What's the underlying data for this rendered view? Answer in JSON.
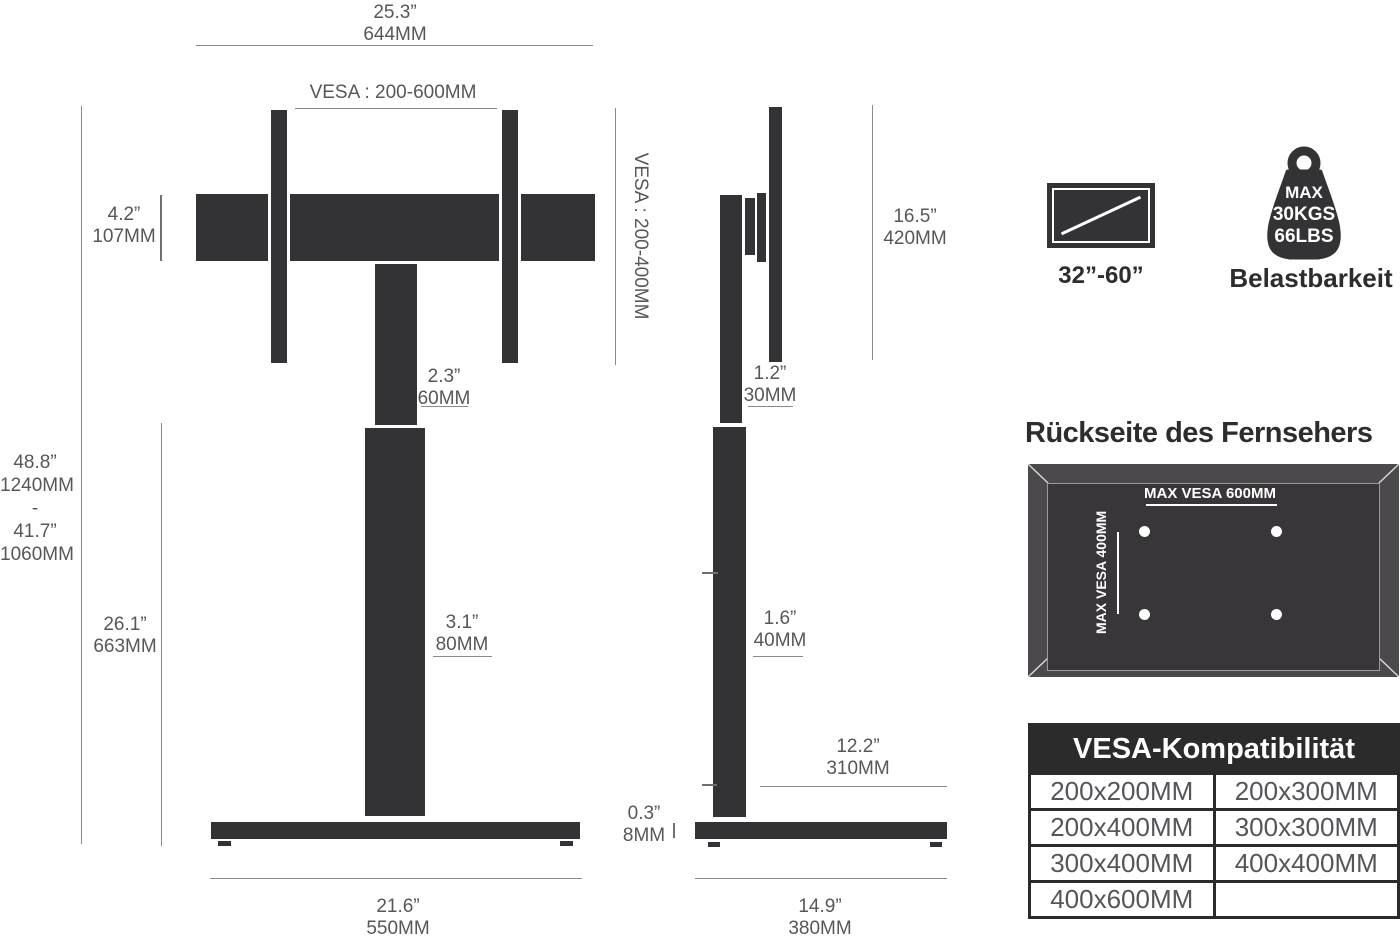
{
  "front": {
    "top_width_in": "25.3”",
    "top_width_mm": "644MM",
    "vesa_range": "VESA : 200-600MM",
    "bracket_in": "4.2”",
    "bracket_mm": "107MM",
    "neck_in": "2.3”",
    "neck_mm": "60MM",
    "col_in": "3.1”",
    "col_mm": "80MM",
    "colheight_in": "26.1”",
    "colheight_mm": "663MM",
    "height_max_in": "48.8”",
    "height_max_mm": "1240MM",
    "height_dash": "-",
    "height_min_in": "41.7”",
    "height_min_mm": "1060MM",
    "base_in": "21.6”",
    "base_mm": "550MM"
  },
  "side": {
    "vesa_range": "VESA : 200-400MM",
    "tv_in": "16.5”",
    "tv_mm": "420MM",
    "neck_in": "1.2”",
    "neck_mm": "30MM",
    "col_in": "1.6”",
    "col_mm": "40MM",
    "shelf_in": "12.2”",
    "shelf_mm": "310MM",
    "baseh_in": "0.3”",
    "baseh_mm": "8MM",
    "base_in": "14.9”",
    "base_mm": "380MM"
  },
  "badges": {
    "screen_size": "32”-60”",
    "weight_line1": "MAX",
    "weight_line2": "30KGS",
    "weight_line3": "66LBS",
    "weight_label": "Belastbarkeit"
  },
  "back_panel": {
    "heading": "Rückseite des Fernsehers",
    "max_horizontal": "MAX VESA 600MM",
    "max_vertical": "MAX VESA 400MM"
  },
  "vesa_table": {
    "title": "VESA-Kompatibilität",
    "rows": [
      [
        "200x200MM",
        "200x300MM"
      ],
      [
        "200x400MM",
        "300x300MM"
      ],
      [
        "300x400MM",
        "400x400MM"
      ],
      [
        "400x600MM",
        ""
      ]
    ]
  }
}
